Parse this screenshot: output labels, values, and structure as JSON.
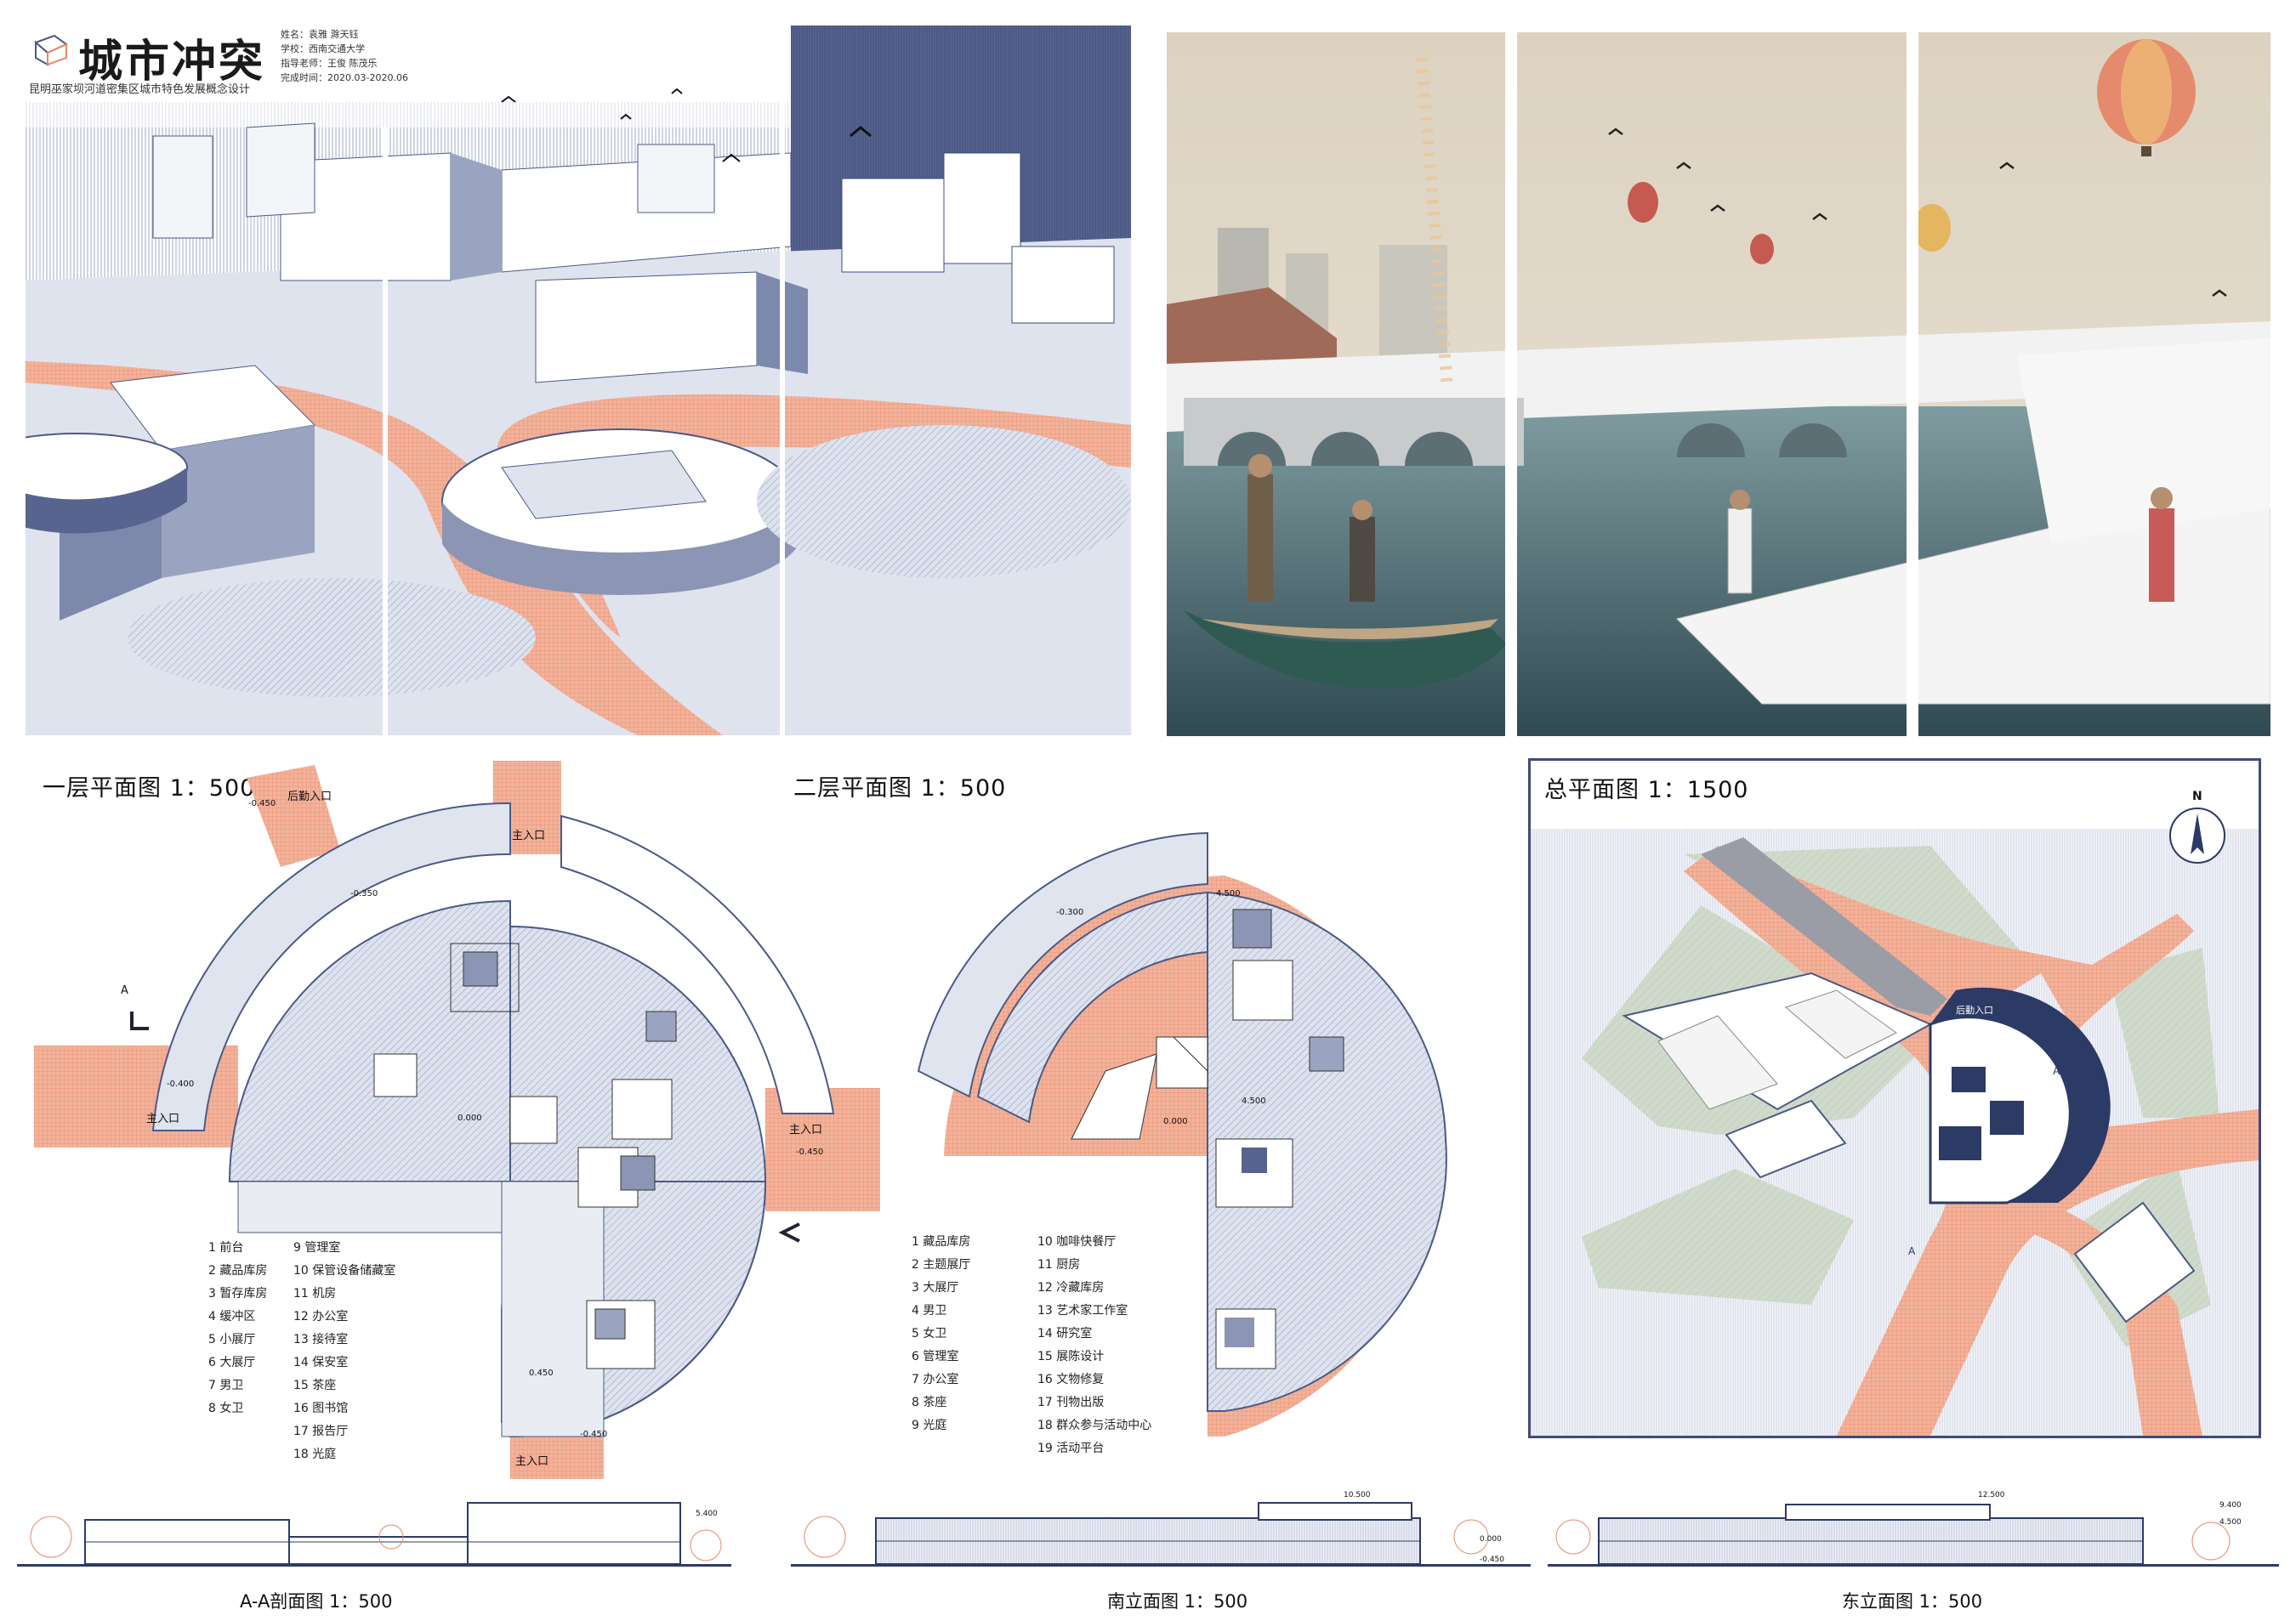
{
  "header": {
    "title": "城市冲突",
    "subtitle": "昆明巫家坝河道密集区城市特色发展概念设计",
    "meta": [
      {
        "label": "姓名",
        "value": "袁雅 滁天钰"
      },
      {
        "label": "学校",
        "value": "西南交通大学"
      },
      {
        "label": "指导老师",
        "value": "王俊 陈茂乐"
      },
      {
        "label": "完成时间",
        "value": "2020.03-2020.06"
      }
    ]
  },
  "plans": {
    "floor1": {
      "title": "一层平面图 1：500",
      "entrances": {
        "main_top": "主入口",
        "main_left": "主入口",
        "main_right": "主入口",
        "main_bottom": "主入口",
        "back": "后勤入口"
      },
      "levels": {
        "a": "-0.450",
        "b": "-0.350",
        "c": "-0.400",
        "d": "0.000",
        "e": "-0.450",
        "f": "0.450",
        "g": "-0.450"
      },
      "section_mark": "A",
      "legend_col1": [
        "1 前台",
        "2 藏品库房",
        "3 暂存库房",
        "4 缓冲区",
        "5 小展厅",
        "6 大展厅",
        "7 男卫",
        "8 女卫"
      ],
      "legend_col2": [
        "9 管理室",
        "10 保管设备储藏室",
        "11 机房",
        "12 办公室",
        "13 接待室",
        "14 保安室",
        "15 茶座",
        "16 图书馆",
        "17 报告厅",
        "18 光庭"
      ]
    },
    "floor2": {
      "title": "二层平面图 1：500",
      "levels": {
        "a": "4.500",
        "b": "-0.300",
        "c": "0.000",
        "d": "4.500"
      },
      "legend_col1": [
        "1 藏品库房",
        "2 主题展厅",
        "3 大展厅",
        "4 男卫",
        "5 女卫",
        "6 管理室",
        "7 办公室",
        "8 茶座",
        "9 光庭"
      ],
      "legend_col2": [
        "10 咖啡快餐厅",
        "11 厨房",
        "12 冷藏库房",
        "13 艺术家工作室",
        "14 研究室",
        "15 展陈设计",
        "16 文物修复",
        "17 刊物出版",
        "18 群众参与活动中心",
        "19 活动平台"
      ]
    },
    "site": {
      "title": "总平面图 1：1500",
      "north": "N",
      "entrance": "后勤入口",
      "marks": [
        "A",
        "A"
      ]
    }
  },
  "elevations": {
    "section_aa": "A-A剖面图 1：500",
    "south": "南立面图 1：500",
    "east": "东立面图 1：500",
    "levels": {
      "l1": "5.400",
      "l2": "10.500",
      "l3": "12.500",
      "l4": "0.000",
      "l5": "-0.450",
      "l6": "4.500",
      "l7": "9.400"
    }
  },
  "colors": {
    "navy": "#4a5a86",
    "slate": "#9aa4c0",
    "pale": "#dfe3ee",
    "salmon": "#f0ac92",
    "green": "#c9d6c0",
    "sky": "#d9cfbd"
  },
  "icons": [
    "logo-cube-icon",
    "north-arrow-icon"
  ]
}
